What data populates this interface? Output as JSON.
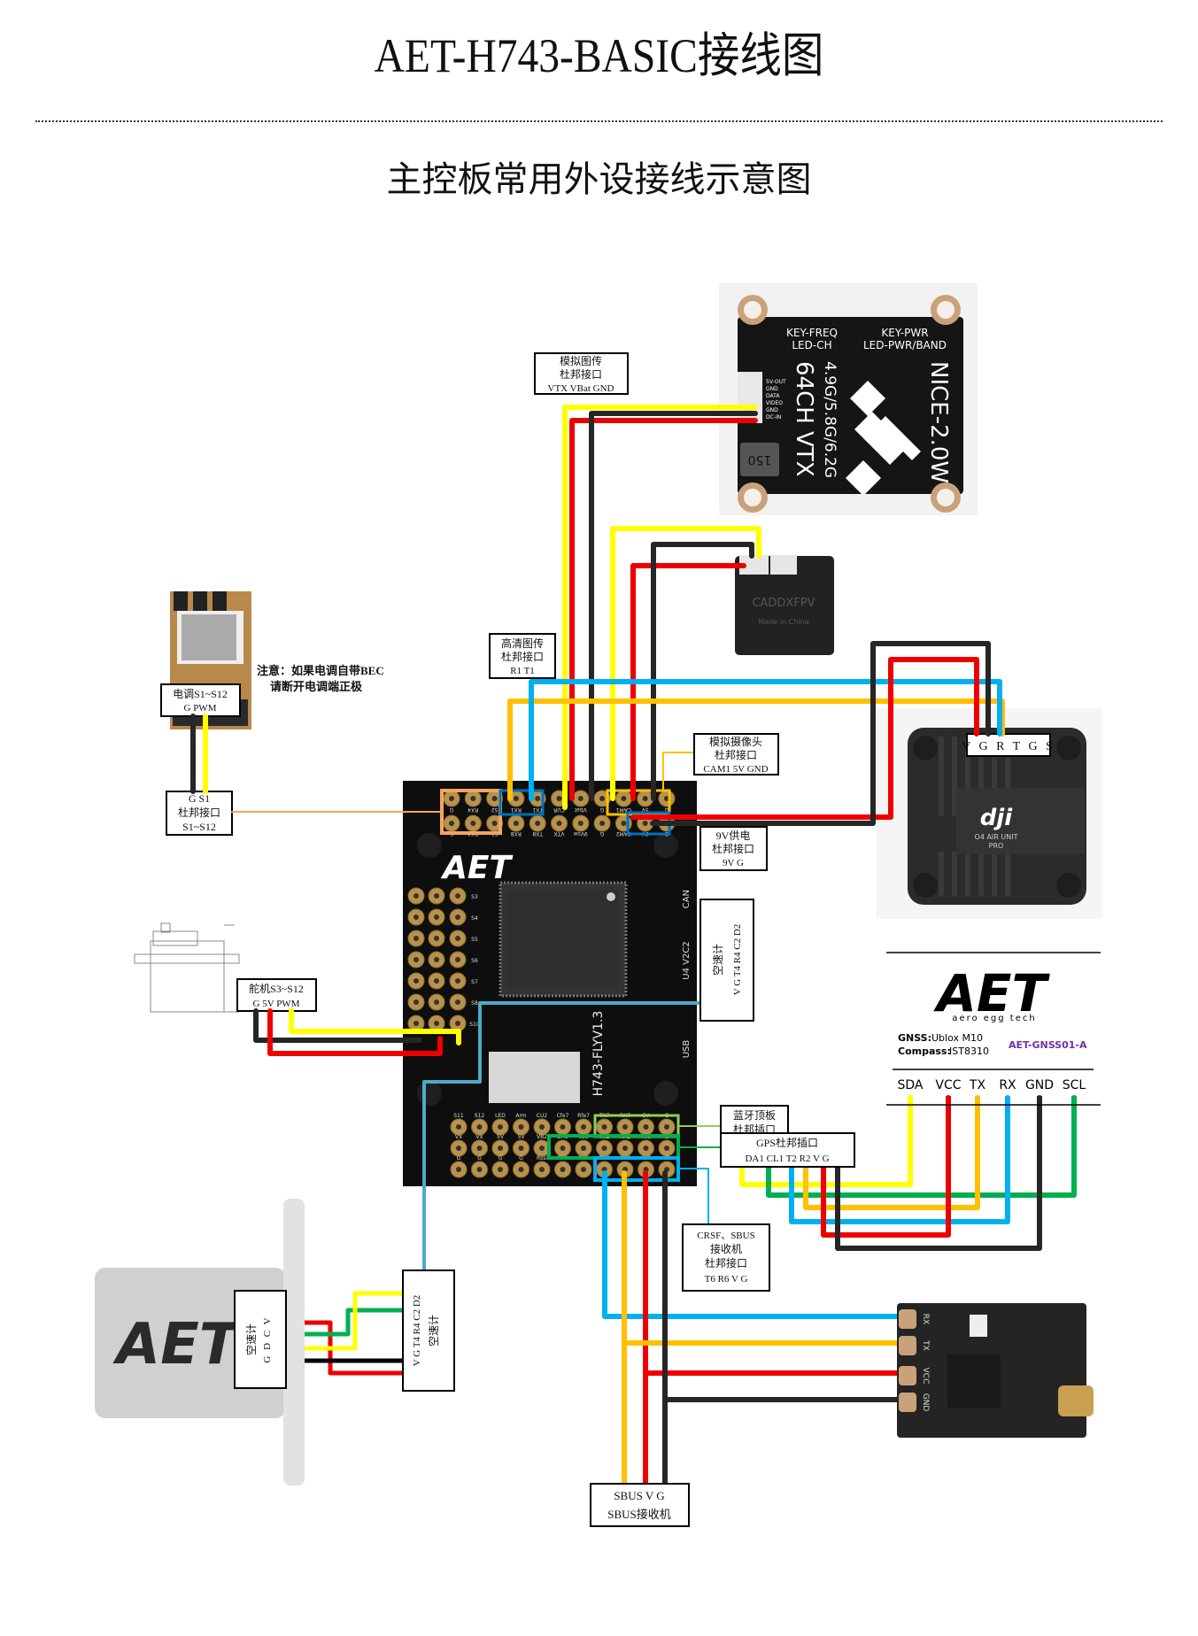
{
  "header": {
    "title": "AET-H743-BASIC接线图",
    "subtitle": "主控板常用外设接线示意图"
  },
  "colors": {
    "signal_yellow": "#FFFF00",
    "power_red": "#EE0000",
    "ground_black": "#262626",
    "uart_blue": "#00B0F0",
    "uart_orange": "#FFC000",
    "i2c_green": "#00B050",
    "airspeed_teal": "#4BACC6",
    "bt_lightgreen": "#92D050",
    "esc_leader_orange": "#F4A460",
    "note_red": "#E00000",
    "gnss_purple": "#7030A0"
  },
  "labels": {
    "analog_vtx": [
      "模拟图传",
      "杜邦接口",
      "VTX VBat GND"
    ],
    "hd_vtx": [
      "高清图传",
      "杜邦接口",
      "R1  T1"
    ],
    "analog_cam": [
      "模拟摄像头",
      "杜邦接口",
      "CAM1  5V  GND"
    ],
    "power_9v": [
      "9V供电",
      "杜邦接口",
      "9V  G"
    ],
    "esc": [
      "电调S1~S12",
      "G  PWM"
    ],
    "esc_header": [
      "G  S1",
      "杜邦接口",
      "S1~S12"
    ],
    "esc_note": [
      "注意：如果电调自带BEC",
      "请断开电调端正极"
    ],
    "servo": [
      "舵机S3~S12",
      "G  5V  PWM"
    ],
    "airspeed_fc": [
      "空速计",
      "V  G  T4  R4  C2  D2"
    ],
    "bluetooth": [
      "蓝牙顶板",
      "杜邦插口"
    ],
    "gps_header": [
      "GPS杜邦插口",
      "DA1  CL1  T2  R2  V  G"
    ],
    "crsf": [
      "CRSF、SBUS",
      "接收机",
      "杜邦接口",
      "T6  R6  V  G"
    ],
    "airspeed_sensor": [
      "空速计",
      "G  D  C  V"
    ],
    "airspeed_remote": [
      "V  G  T4  R4  C2  D2",
      "空速计"
    ],
    "sbus": [
      "SBUS  V    G",
      "SBUS接收机"
    ],
    "o4_pins": "V G R T G S"
  },
  "devices": {
    "vtx": {
      "top_left": "KEY-FREQ",
      "top_left2": "LED-CH",
      "top_right": "KEY-PWR",
      "top_right2": "LED-PWR/BAND",
      "model": "NICE-2.0W",
      "channels": "64CH VTX",
      "bands": "4.9G/5.8G/6.2G",
      "pins": [
        "5V-OUT",
        "GND",
        "DATA",
        "VIDEO",
        "GND",
        "DC-IN"
      ],
      "inductor": "150"
    },
    "camera": {
      "brand": "CADDXFPV",
      "line2": "Made in China"
    },
    "o4": {
      "brand": "dji",
      "model": "O4 AIR UNIT",
      "model2": "PRO"
    },
    "fc": {
      "logo": "AET",
      "name": "H743-FLYV1.3",
      "side1": "CAN",
      "side2": "U4 V2C2",
      "side3": "USB",
      "top_row1": [
        "G",
        "RX4",
        "S2",
        "RX1",
        "TX1",
        "CUR",
        "Vbat",
        "G",
        "CAM1",
        "5V",
        "G"
      ],
      "top_row2": [
        "G",
        "RX4",
        "S1",
        "RX8",
        "TX8",
        "VTX",
        "9Vsw",
        "G",
        "CAM2",
        "9V",
        "G"
      ],
      "bottom_row1": [
        "S11",
        "S12",
        "LED",
        "Arm",
        "CU2",
        "Cfe7",
        "Rfe7",
        "TX7",
        "RX7",
        "5V",
        "G"
      ],
      "bottom_row2": [
        "VX",
        "VX",
        "5V",
        "5V",
        "VB2",
        "DA1",
        "CL1",
        "TX2",
        "RX2",
        "4V5",
        "G"
      ],
      "bottom_row3": [
        "G",
        "G",
        "G",
        "G",
        "Rssi",
        "TX3",
        "RX3",
        "TX6",
        "RX6",
        "4V5",
        "G"
      ],
      "servo_rows": [
        "S3",
        "S4",
        "S5",
        "S6",
        "S7",
        "S8",
        "S10"
      ]
    },
    "gnss": {
      "logo": "AET",
      "tagline": "aero egg tech",
      "gnss_key": "GNSS:",
      "gnss_val": "Ublox M10",
      "compass_key": "Compass:",
      "compass_val": "IST8310",
      "model": "AET-GNSS01-A",
      "pins": [
        "SDA",
        "VCC",
        "TX",
        "RX",
        "GND",
        "SCL"
      ]
    },
    "receiver": {
      "pins": [
        "RX",
        "TX",
        "VCC",
        "GND"
      ]
    },
    "pitot": {
      "logo": "AET"
    }
  }
}
